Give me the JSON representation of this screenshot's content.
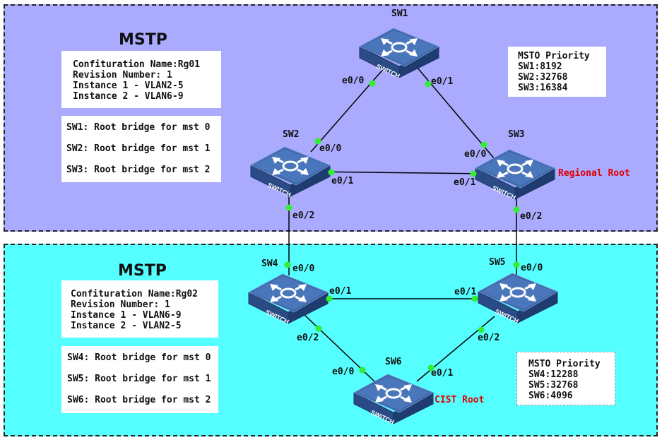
{
  "colors": {
    "region_top_bg": "#aaaaff",
    "region_bottom_bg": "#55ffff",
    "port_dot": "#33ee33",
    "switch_top": "#3d66a8",
    "switch_side": "#2a4b85",
    "root_label": "#e00000"
  },
  "regions": [
    {
      "title": "MSTP",
      "config": [
        "Confituration Name:Rg01",
        "Revision Number: 1",
        "Instance 1 - VLAN2-5",
        "Instance 2 - VLAN6-9"
      ],
      "roots": [
        "SW1: Root bridge for mst 0",
        "SW2: Root bridge for mst 1",
        "SW3: Root bridge for mst 2"
      ],
      "priority": [
        "MSTO Priority",
        "SW1:8192",
        "SW2:32768",
        "SW3:16384"
      ]
    },
    {
      "title": "MSTP",
      "config": [
        "Confituration Name:Rg02",
        "Revision Number: 1",
        "Instance 1 - VLAN6-9",
        "Instance 2 - VLAN2-5"
      ],
      "roots": [
        "SW4: Root bridge for mst 0",
        "SW5: Root bridge for mst 1",
        "SW6: Root bridge for mst 2"
      ],
      "priority": [
        "MSTO Priority",
        "SW4:12288",
        "SW5:32768",
        "SW6:4096"
      ]
    }
  ],
  "switches": [
    {
      "name": "SW1",
      "device_label": "SWITCH",
      "icon": "switch-icon"
    },
    {
      "name": "SW2",
      "device_label": "SWITCH",
      "icon": "switch-icon"
    },
    {
      "name": "SW3",
      "device_label": "SWITCH",
      "icon": "switch-icon",
      "role": "Regional Root"
    },
    {
      "name": "SW4",
      "device_label": "SWITCH",
      "icon": "switch-icon"
    },
    {
      "name": "SW5",
      "device_label": "SWITCH",
      "icon": "switch-icon"
    },
    {
      "name": "SW6",
      "device_label": "SWITCH",
      "icon": "switch-icon",
      "role": "CIST Root"
    }
  ],
  "ports": {
    "sw1_left": "e0/0",
    "sw1_right": "e0/1",
    "sw2_top": "e0/0",
    "sw2_right": "e0/1",
    "sw2_bottom": "e0/2",
    "sw3_top": "e0/0",
    "sw3_left": "e0/1",
    "sw3_bottom": "e0/2",
    "sw4_top": "e0/0",
    "sw4_right": "e0/1",
    "sw4_bottom": "e0/2",
    "sw5_top": "e0/0",
    "sw5_left": "e0/1",
    "sw5_bottom": "e0/2",
    "sw6_left": "e0/0",
    "sw6_right": "e0/1"
  }
}
